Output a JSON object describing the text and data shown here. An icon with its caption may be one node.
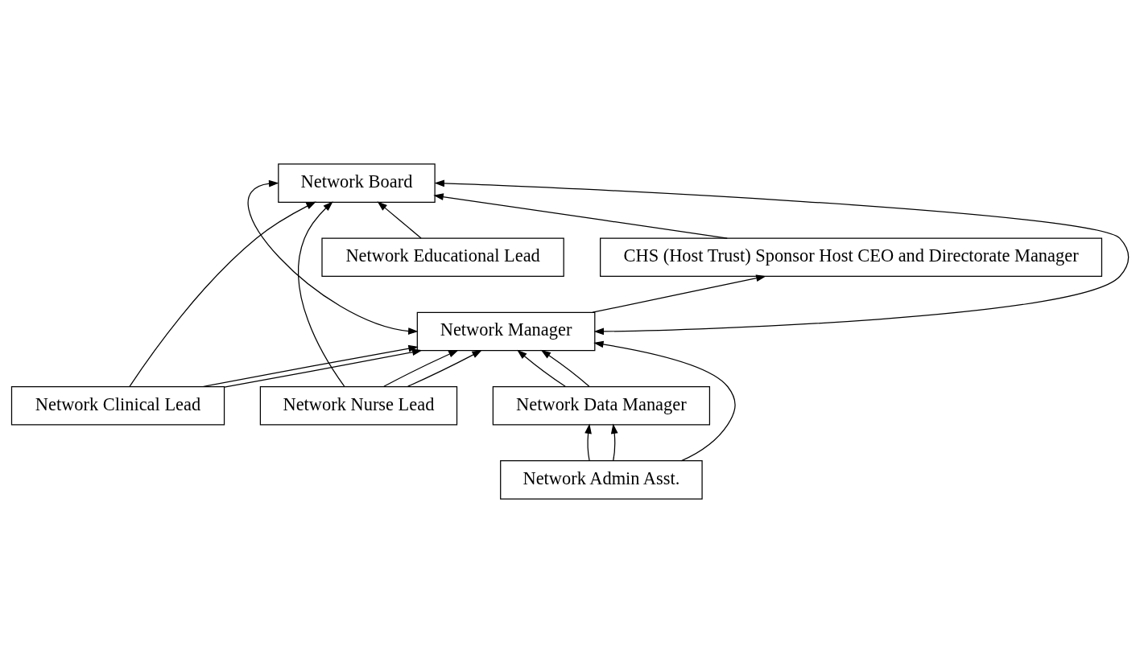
{
  "diagram": {
    "nodes": [
      {
        "text": [
          "Network Board"
        ]
      },
      {
        "text": [
          "CHS (Host Trust) Sponsor Host CEO and Directorate Manager"
        ]
      },
      {
        "text": [
          "Network Manager"
        ]
      },
      {
        "text": [
          "Network Data Manager"
        ]
      },
      {
        "text": [
          "Network Admin Asst."
        ]
      },
      {
        "text": [
          "Network Clinical Lead"
        ]
      },
      {
        "text": [
          "Network Educational Lead"
        ]
      },
      {
        "text": [
          "Network Nurse Lead"
        ]
      }
    ],
    "edges": [
      {
        "from": 1,
        "to": 0,
        "arrow": "to"
      },
      {
        "from": 2,
        "to": 1,
        "arrow": "to"
      },
      {
        "from": 3,
        "to": 2,
        "arrow": "to"
      },
      {
        "from": 3,
        "to": 2,
        "arrow": "to"
      },
      {
        "from": 4,
        "to": 3,
        "arrow": "to"
      },
      {
        "from": 4,
        "to": 3,
        "arrow": "to"
      },
      {
        "from": 4,
        "to": 2,
        "arrow": "to"
      },
      {
        "from": 2,
        "to": 0,
        "arrow": "both"
      },
      {
        "from": 2,
        "to": 0,
        "arrow": "both"
      },
      {
        "from": 5,
        "to": 0,
        "arrow": "to"
      },
      {
        "from": 5,
        "to": 2,
        "arrow": "to"
      },
      {
        "from": 5,
        "to": 2,
        "arrow": "to"
      },
      {
        "from": 7,
        "to": 0,
        "arrow": "to"
      },
      {
        "from": 7,
        "to": 2,
        "arrow": "to"
      },
      {
        "from": 7,
        "to": 2,
        "arrow": "to"
      },
      {
        "from": 6,
        "to": 0,
        "arrow": "to"
      }
    ]
  }
}
